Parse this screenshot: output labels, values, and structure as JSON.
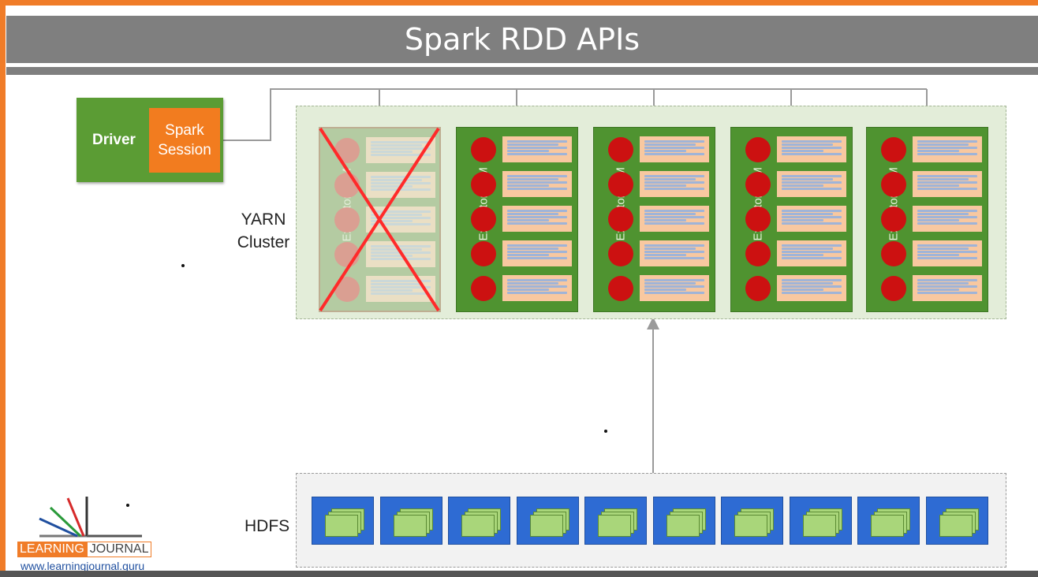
{
  "slide": {
    "title": "Spark RDD APIs"
  },
  "driver": {
    "label": "Driver",
    "session_label": "Spark Session"
  },
  "cluster": {
    "label": "YARN Cluster",
    "executor_label": "Executor JVM"
  },
  "hdfs": {
    "label": "HDFS"
  },
  "logo": {
    "word_left": "LEARNING",
    "word_right": "JOURNAL",
    "url": "www.learningjournal.guru"
  },
  "colors": {
    "frame": "#f07c28",
    "title_bar": "#7f7f7f",
    "executor_green": "#4f9330",
    "task_red": "#cc1111",
    "partition_peach": "#f8c8a0",
    "hdfs_blue": "#2e6bd3",
    "failed_cross": "#ff2a2a"
  }
}
